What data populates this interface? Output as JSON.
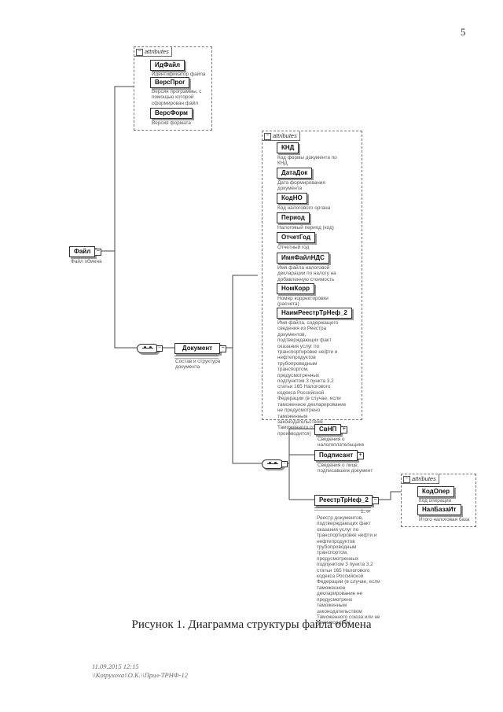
{
  "page_number": "5",
  "caption": "Рисунок 1. Диаграмма структуры файла обмена",
  "footer": {
    "line1": "11.09.2015 12:15",
    "line2": "\\\\Kotpyxova\\\\O.K.\\\\Прил-ТРНФ-12"
  },
  "attributes_label": "attributes",
  "root": {
    "name": "Файл",
    "desc": "Файл обмена"
  },
  "root_attrs": [
    {
      "name": "ИдФайл",
      "desc": "Идентификатор файла"
    },
    {
      "name": "ВерсПрог",
      "desc": "Версия программы, с\nпомощью которой\nсформирован файл"
    },
    {
      "name": "ВерсФорм",
      "desc": "Версия формата"
    }
  ],
  "document": {
    "name": "Документ",
    "desc": "Состав и структура\nдокумента"
  },
  "doc_attrs": [
    {
      "name": "КНД",
      "desc": "Код формы документа по\nКНД"
    },
    {
      "name": "ДатаДок",
      "desc": "Дата формирования\nдокумента"
    },
    {
      "name": "КодНО",
      "desc": "Код налогового органа"
    },
    {
      "name": "Период",
      "desc": "Налоговый период (код)"
    },
    {
      "name": "ОтчетГод",
      "desc": "Отчетный год"
    },
    {
      "name": "ИмяФайлНДС",
      "desc": "Имя файла налоговой\nдекларации по налогу на\nдобавленную стоимость"
    },
    {
      "name": "НомКорр",
      "desc": "Номер корректировки\n(расчета)"
    },
    {
      "name": "НаимРеестрТрНеф_2",
      "desc": "Имя файла, содержащего\nсведения из Реестра\nдокументов,\nподтверждающих факт\nоказания услуг по\nтранспортировке нефти и\nнефтепродуктов\nтрубопроводным\nтранспортом,\nпредусмотренных\nподпунктом 3 пункта 3.2\nстатьи 165 Налогового\nкодекса Российской\nФедерации (в случае, если\nтаможенное декларирование\nне предусмотрено\nтаможенным\nзаконодательством\nТаможенного союза или не\nпроизводится)"
    }
  ],
  "doc_children": [
    {
      "name": "СвНП",
      "desc": "Сведения о\nналогоплательщике"
    },
    {
      "name": "Подписант",
      "desc": "Сведения о лице,\nподписавшем документ"
    },
    {
      "name": "РеестрТрНеф_2",
      "multiplicity": "1..∞",
      "desc": "Реестр документов,\nподтверждающих факт\nоказания услуг по\nтранспортировке нефти и\nнефтепродуктов\nтрубопроводным\nтранспортом,\nпредусмотренных\nподпунктом 3 пункта 3.2\nстатьи 165 Налогового\nкодекса Российской\nФедерации (в случае, если\nтаможенное\nдекларирование не\nпредусмотрено\nтаможенным\nзаконодательством\nТаможенного союза или не\nпроизводится)"
    }
  ],
  "reestr_attrs": [
    {
      "name": "КодОпер",
      "desc": "Код операции"
    },
    {
      "name": "НалБазаИт",
      "desc": "Итого налоговая база"
    }
  ]
}
